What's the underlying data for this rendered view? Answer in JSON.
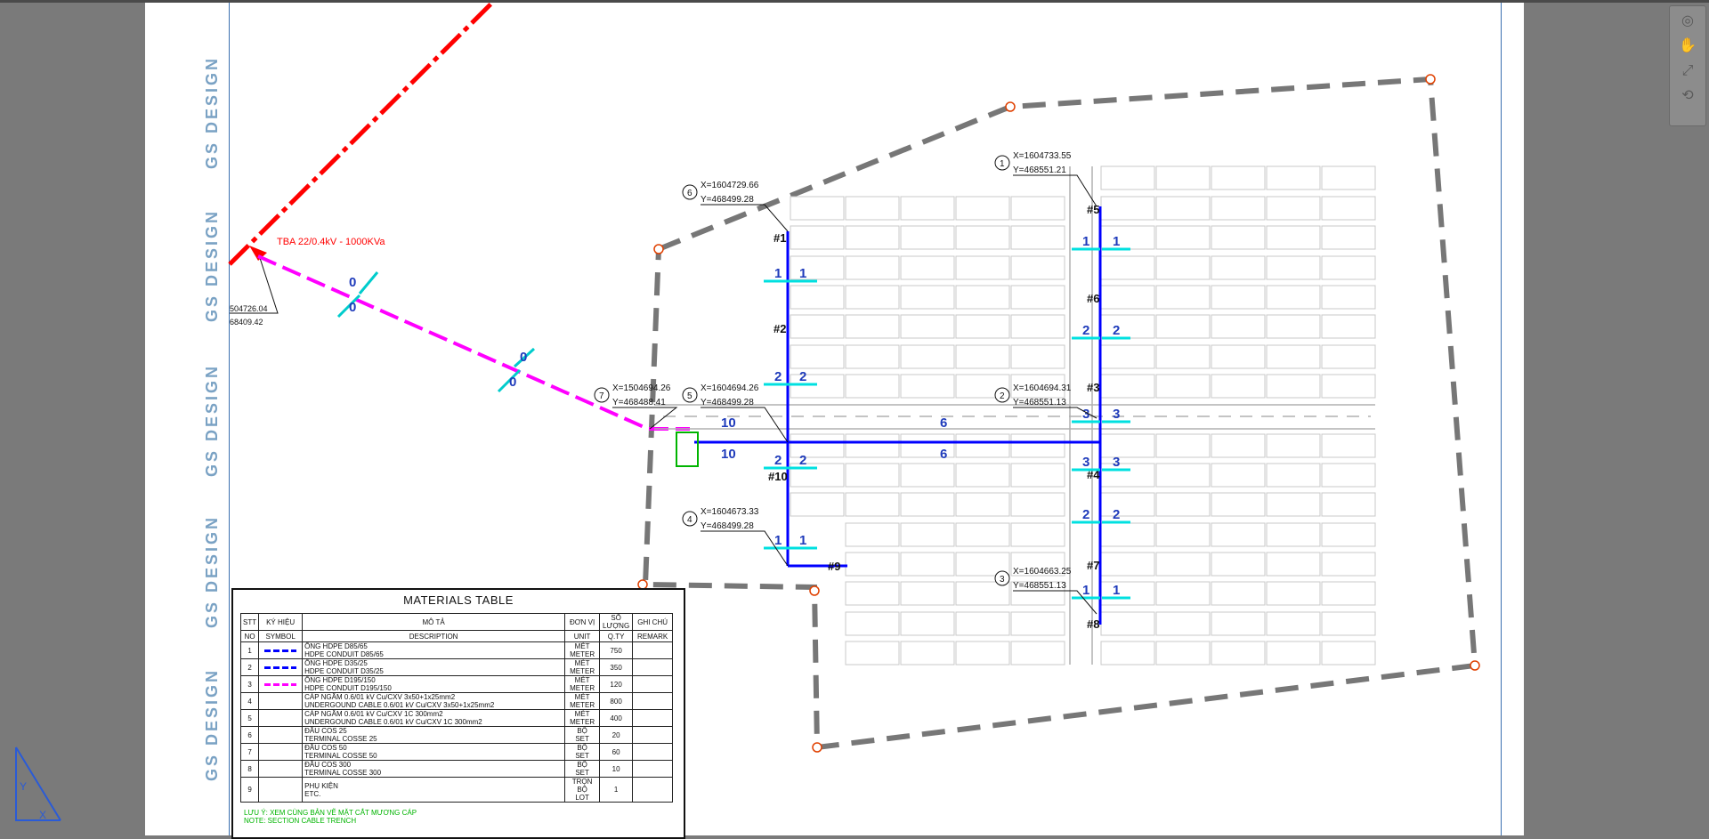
{
  "watermark": "GS DESIGN",
  "transformer": {
    "label": "TBA 22/0.4kV - 1000KVa",
    "coord_x": "504726.04",
    "coord_y": "68409.42"
  },
  "points": [
    {
      "no": "1",
      "x": "X=1604733.55",
      "y": "Y=468551.21"
    },
    {
      "no": "2",
      "x": "X=1604694.31",
      "y": "Y=468551.13"
    },
    {
      "no": "3",
      "x": "X=1604663.25",
      "y": "Y=468551.13"
    },
    {
      "no": "4",
      "x": "X=1604673.33",
      "y": "Y=468499.28"
    },
    {
      "no": "5",
      "x": "X=1604694.26",
      "y": "Y=468499.28"
    },
    {
      "no": "6",
      "x": "X=1604729.66",
      "y": "Y=468499.28"
    },
    {
      "no": "7",
      "x": "X=1504694.26",
      "y": "Y=468488.41"
    }
  ],
  "cabinets": [
    "#1",
    "#2",
    "#3",
    "#4",
    "#5",
    "#6",
    "#7",
    "#8",
    "#9",
    "#10"
  ],
  "cable_counts": [
    "1",
    "2",
    "3",
    "6",
    "10",
    "0"
  ],
  "materials_table": {
    "title": "MATERIALS TABLE",
    "headers_vi": [
      "STT",
      "KÝ HIỆU",
      "MÔ TẢ",
      "ĐƠN VỊ",
      "SỐ LƯỢNG",
      "GHI CHÚ"
    ],
    "headers_en": [
      "NO",
      "SYMBOL",
      "DESCRIPTION",
      "UNIT",
      "Q.TY",
      "REMARK"
    ],
    "rows": [
      {
        "no": "1",
        "desc_vi": "ỐNG HDPE D85/65",
        "desc_en": "HDPE CONDUIT D85/65",
        "unit_vi": "MÉT",
        "unit_en": "METER",
        "qty": "750",
        "symbol_color": "#0000ff"
      },
      {
        "no": "2",
        "desc_vi": "ỐNG HDPE D35/25",
        "desc_en": "HDPE CONDUIT D35/25",
        "unit_vi": "MÉT",
        "unit_en": "METER",
        "qty": "350",
        "symbol_color": "#0000ff"
      },
      {
        "no": "3",
        "desc_vi": "ỐNG HDPE D195/150",
        "desc_en": "HDPE CONDUIT D195/150",
        "unit_vi": "MÉT",
        "unit_en": "METER",
        "qty": "120",
        "symbol_color": "#ff00ff"
      },
      {
        "no": "4",
        "desc_vi": "CÁP NGẦM 0.6/01 kV Cu/CXV 3x50+1x25mm2",
        "desc_en": "UNDERGOUND CABLE 0.6/01 kV Cu/CXV 3x50+1x25mm2",
        "unit_vi": "MÉT",
        "unit_en": "METER",
        "qty": "800",
        "symbol_color": ""
      },
      {
        "no": "5",
        "desc_vi": "CÁP NGẦM 0.6/01 kV Cu/CXV 1C 300mm2",
        "desc_en": "UNDERGOUND CABLE 0.6/01 kV Cu/CXV 1C 300mm2",
        "unit_vi": "MÉT",
        "unit_en": "METER",
        "qty": "400",
        "symbol_color": ""
      },
      {
        "no": "6",
        "desc_vi": "ĐẦU COS 25",
        "desc_en": "TERMINAL COSSE 25",
        "unit_vi": "BỘ",
        "unit_en": "SET",
        "qty": "20",
        "symbol_color": ""
      },
      {
        "no": "7",
        "desc_vi": "ĐẦU COS 50",
        "desc_en": "TERMINAL COSSE 50",
        "unit_vi": "BỘ",
        "unit_en": "SET",
        "qty": "60",
        "symbol_color": ""
      },
      {
        "no": "8",
        "desc_vi": "ĐẦU COS 300",
        "desc_en": "TERMINAL COSSE 300",
        "unit_vi": "BỘ",
        "unit_en": "SET",
        "qty": "10",
        "symbol_color": ""
      },
      {
        "no": "9",
        "desc_vi": "PHỤ KIỆN",
        "desc_en": "ETC.",
        "unit_vi": "TRỌN BỘ",
        "unit_en": "LOT",
        "qty": "1",
        "symbol_color": ""
      }
    ],
    "note_vi": "LƯU Ý: XEM CÙNG BẢN VẼ MẶT CẮT MƯƠNG CÁP",
    "note_en": "NOTE: SECTION CABLE TRENCH"
  },
  "colors": {
    "boundary": "#777777",
    "hv_line": "#ff0000",
    "conduit_blue": "#0000ff",
    "conduit_magenta": "#ff00ff",
    "tag_cyan": "#00e0e0",
    "panel_outline": "#c8c8c8",
    "watermark": "#7aa2c4"
  }
}
